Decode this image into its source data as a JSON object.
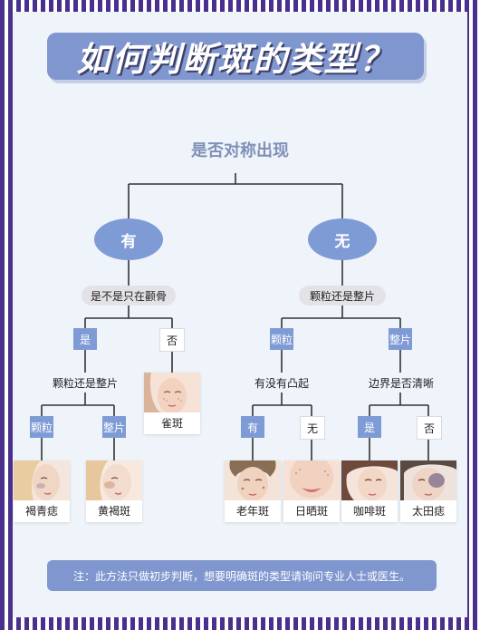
{
  "title": "如何判断斑的类型？",
  "question": "是否对称出现",
  "branches": {
    "yes": "有",
    "no": "无"
  },
  "left": {
    "q1": "是不是只在颧骨",
    "is": "是",
    "not": "否",
    "q2": "颗粒还是整片",
    "granule": "颗粒",
    "patch": "整片",
    "cards": {
      "que": "雀斑",
      "he_qing": "褐青痣",
      "huang_he": "黄褐斑"
    }
  },
  "right": {
    "q1": "颗粒还是整片",
    "granule": "颗粒",
    "patch": "整片",
    "q2a": "有没有凸起",
    "q2b": "边界是否清晰",
    "yes_a": "有",
    "no_a": "无",
    "yes_b": "是",
    "no_b": "否",
    "cards": {
      "lao_nian": "老年斑",
      "ri_shai": "日晒斑",
      "ka_fei": "咖啡斑",
      "tai_tian": "太田痣"
    }
  },
  "note": "注：此方法只做初步判断，想要明确斑的类型请询问专业人士或医生。"
}
